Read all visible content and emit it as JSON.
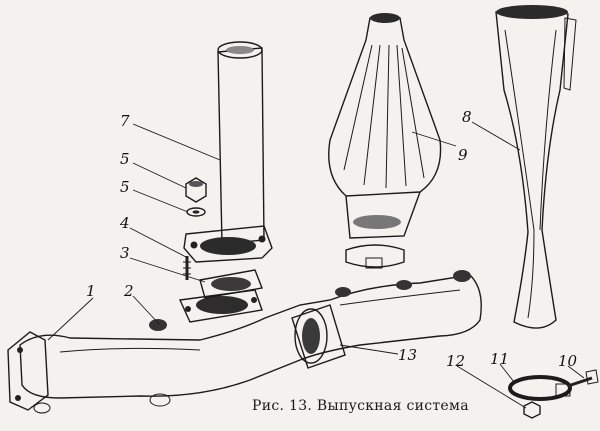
{
  "figure": {
    "caption": "Рис. 13. Выпускная система",
    "callouts": [
      "1",
      "2",
      "3",
      "4",
      "5",
      "5",
      "7",
      "8",
      "9",
      "10",
      "11",
      "12",
      "13"
    ]
  }
}
